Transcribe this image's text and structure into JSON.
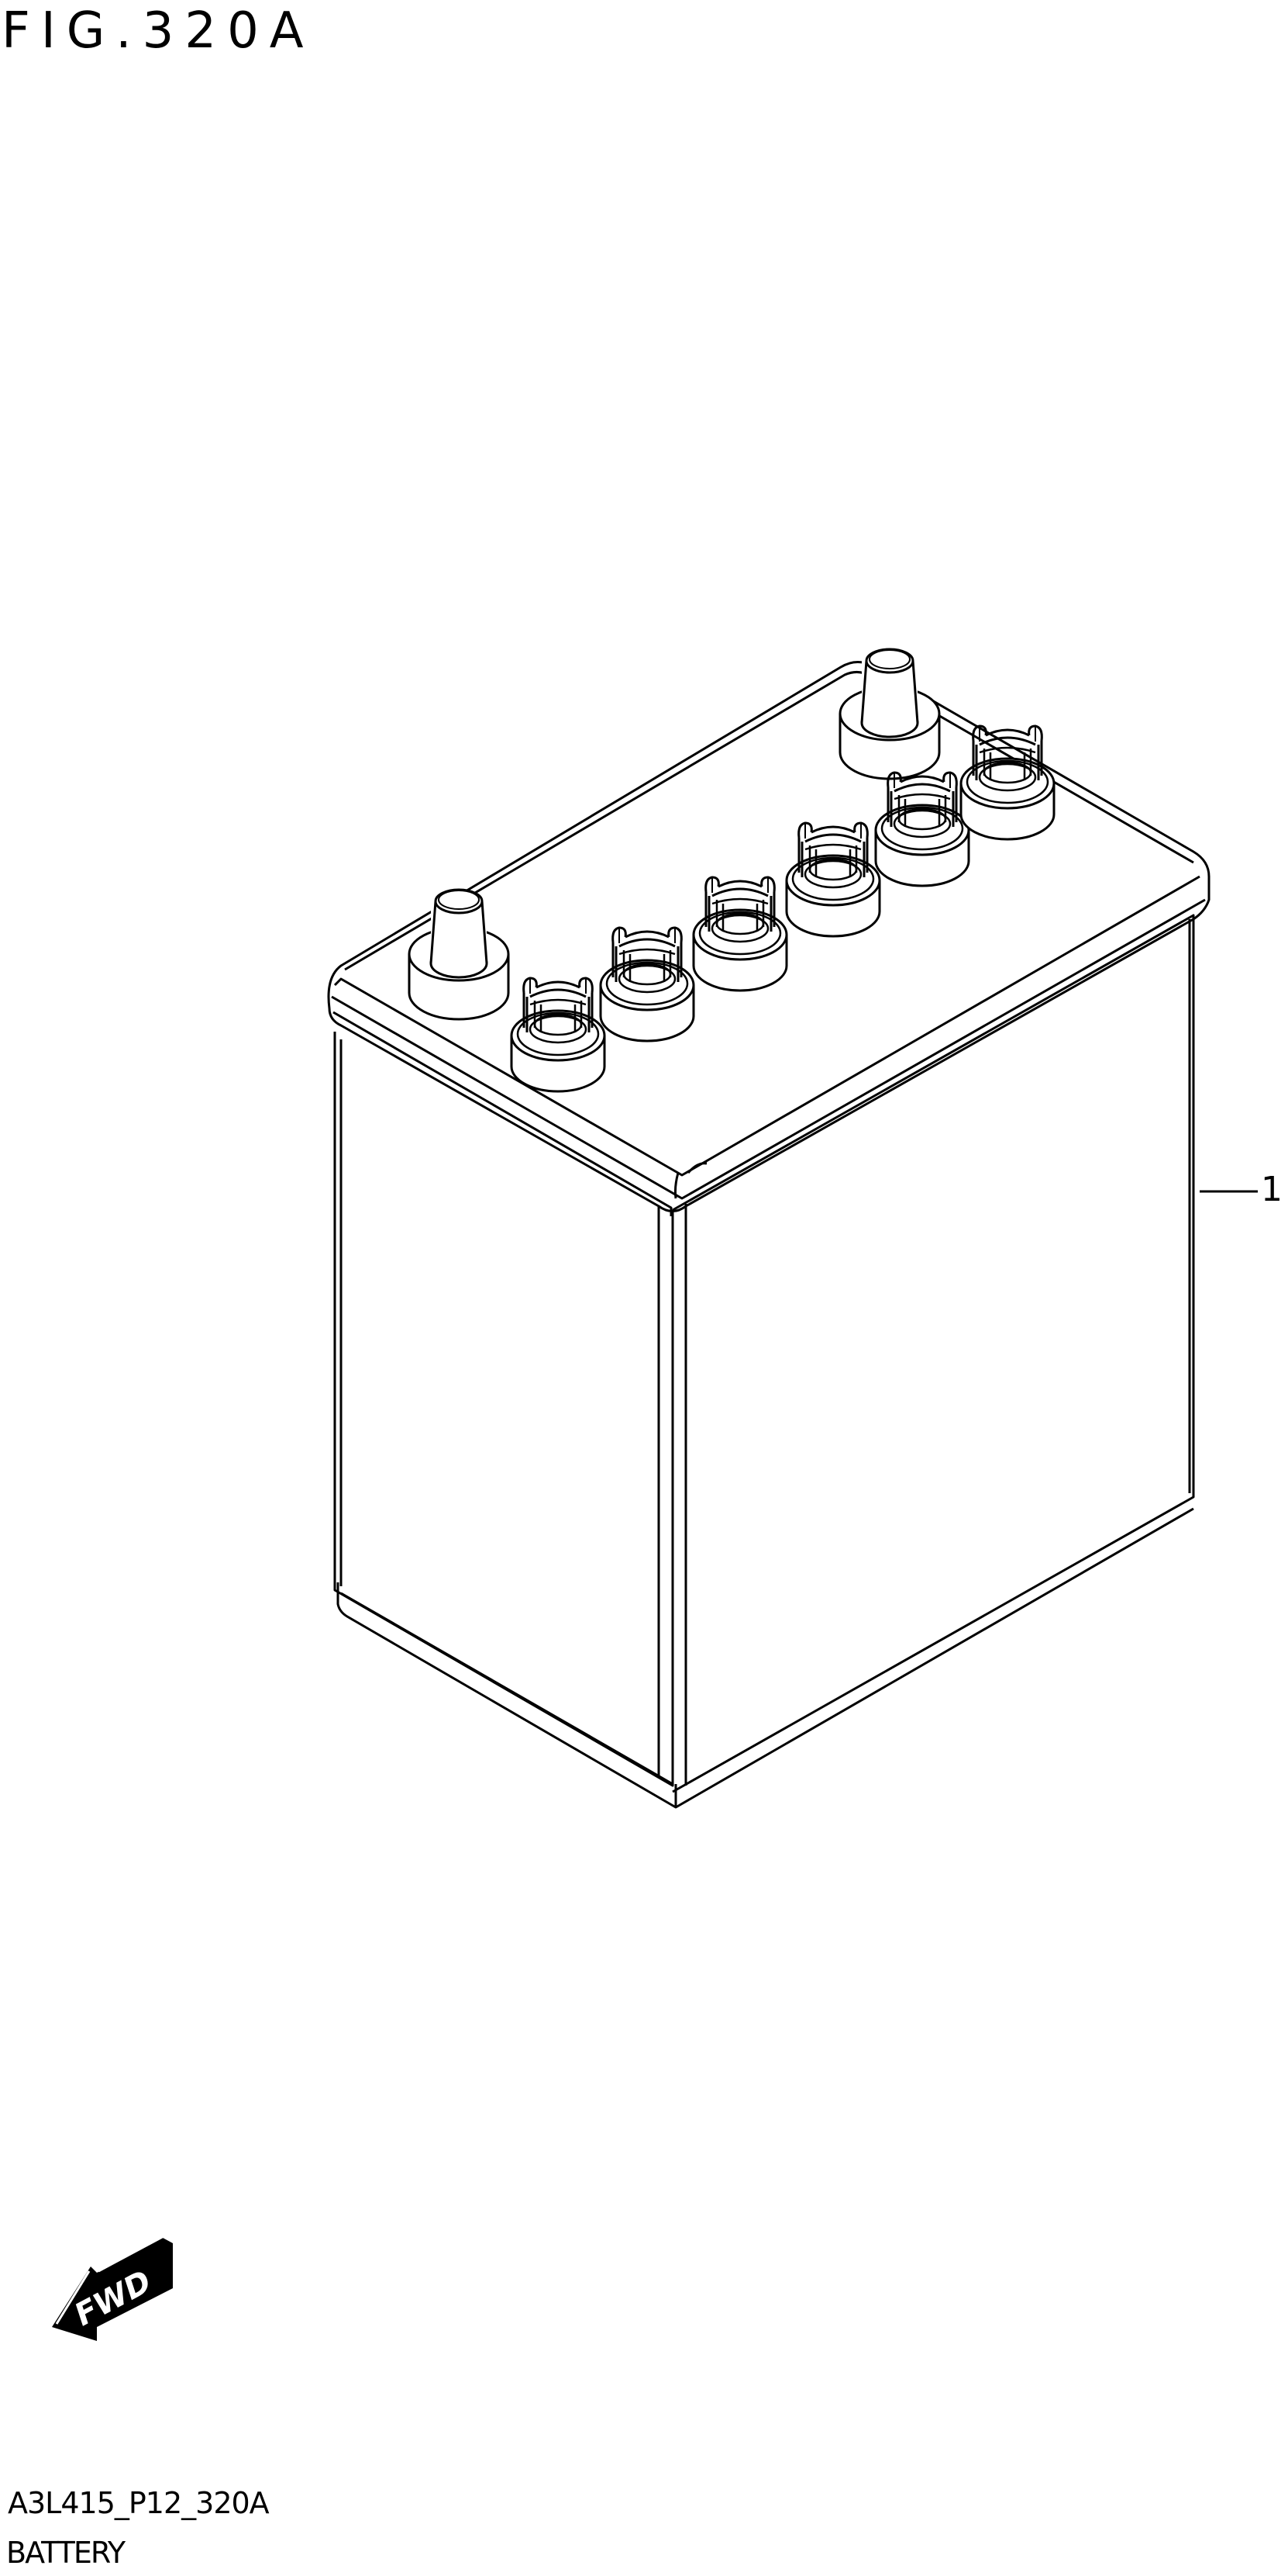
{
  "figure": {
    "title": "FIG.320A",
    "drawing_code": "A3L415_P12_320A",
    "assembly_name": "BATTERY"
  },
  "callouts": [
    {
      "number": "1",
      "part": "battery"
    }
  ],
  "orientation_marker": {
    "label": "FWD",
    "icon": "fwd-arrow-icon"
  },
  "components": {
    "terminal_posts": 2,
    "vent_caps": 6
  },
  "colors": {
    "line": "#000000",
    "background": "#ffffff"
  }
}
